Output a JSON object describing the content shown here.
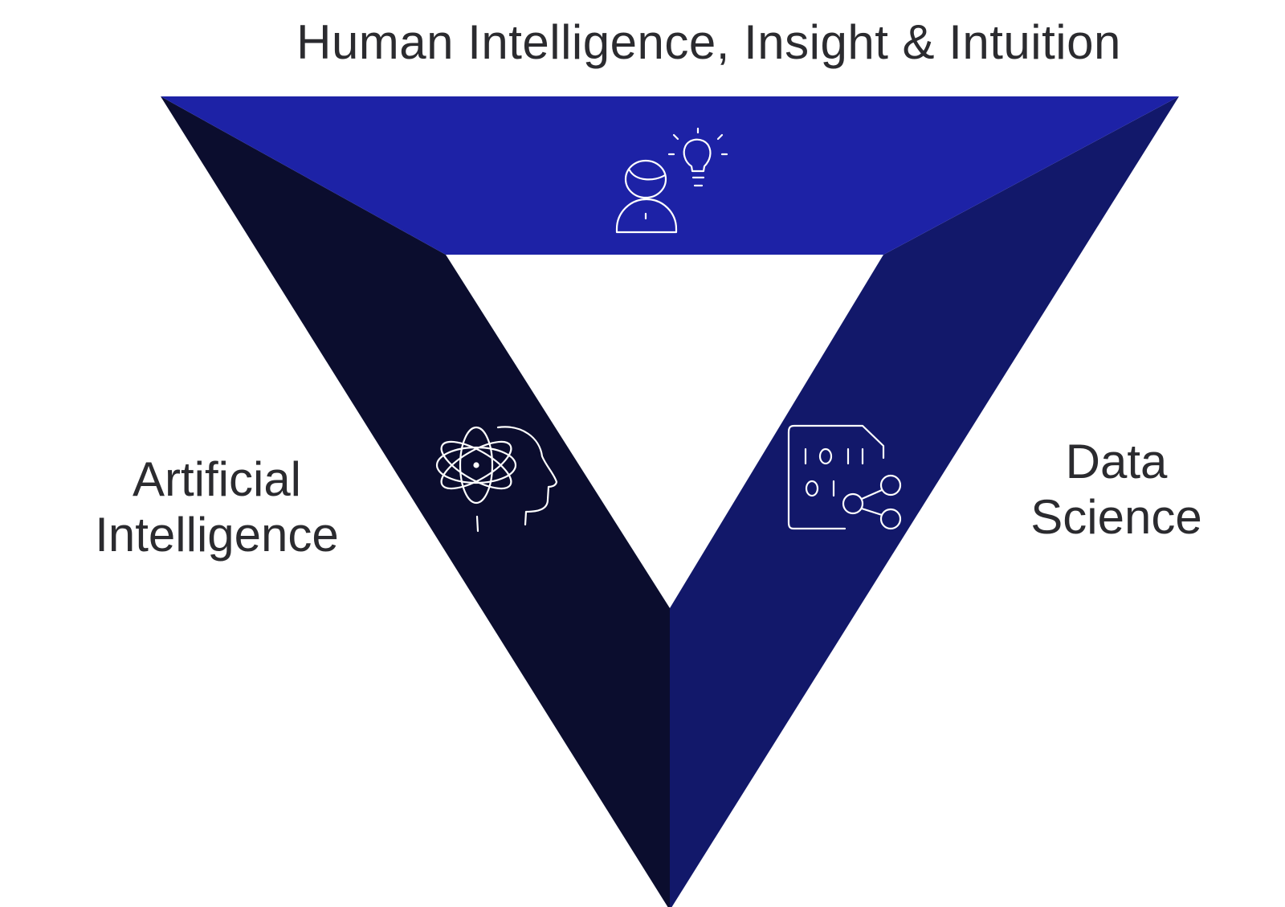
{
  "diagram": {
    "top_label": "Human Intelligence, Insight & Intuition",
    "left_label_line1": "Artificial",
    "left_label_line2": "Intelligence",
    "right_label_line1": "Data",
    "right_label_line2": "Science",
    "colors": {
      "top_band": "#1d22a6",
      "left_band": "#0b0d2e",
      "right_band": "#12186a",
      "icon_stroke": "#ffffff",
      "text": "#2b2b2f"
    },
    "icons": {
      "top": "person-lightbulb-icon",
      "left": "atom-head-icon",
      "right": "binary-data-network-icon"
    }
  }
}
